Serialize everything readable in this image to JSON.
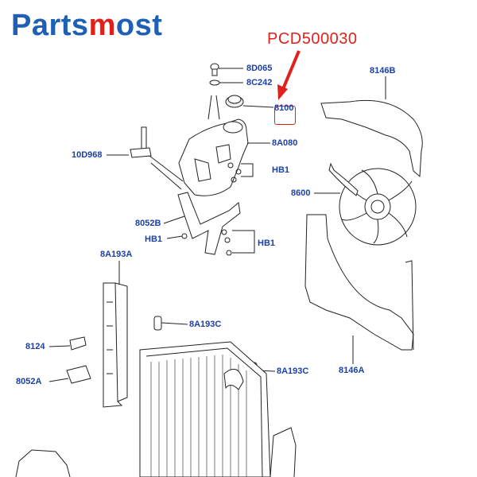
{
  "brand": {
    "part1": "Parts",
    "part2": "m",
    "part3": "ost",
    "blue": "#1f5fb4",
    "red": "#e0201b"
  },
  "highlight": {
    "part_number": "PCD500030",
    "label": "8100"
  },
  "labels": {
    "l_8D065": "8D065",
    "l_8C242": "8C242",
    "l_8A080": "8A080",
    "l_10D968": "10D968",
    "l_HB1_a": "HB1",
    "l_8052B": "8052B",
    "l_HB1_b": "HB1",
    "l_HB1_c": "HB1",
    "l_8A193A": "8A193A",
    "l_8A193C_a": "8A193C",
    "l_8124": "8124",
    "l_8A193C_b": "8A193C",
    "l_8052A": "8052A",
    "l_8146B": "8146B",
    "l_8600": "8600",
    "l_8146A": "8146A"
  }
}
